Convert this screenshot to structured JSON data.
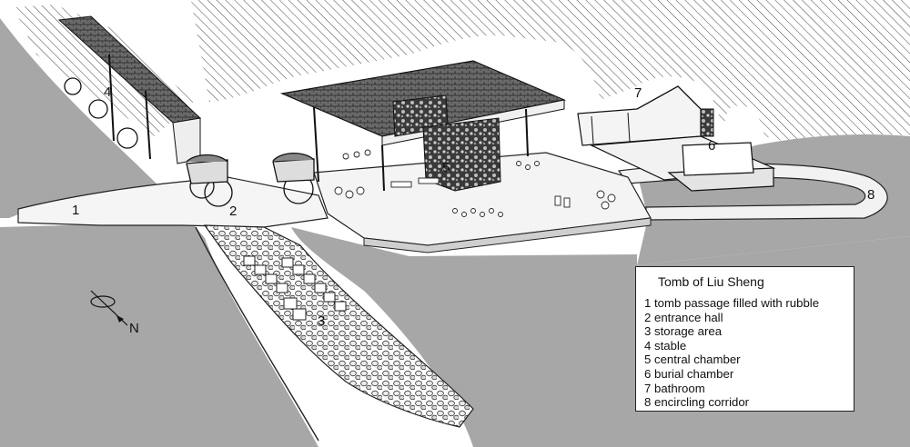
{
  "labels": {
    "n1": "1",
    "n2": "2",
    "n3": "3",
    "n4": "4",
    "n5": "5",
    "n6": "6",
    "n7": "7",
    "n8": "8"
  },
  "compass": {
    "direction": "N"
  },
  "legend": {
    "title": "Tomb of Liu Sheng",
    "items": [
      "1 tomb passage filled with rubble",
      "2 entrance hall",
      "3 storage area",
      "4 stable",
      "5 central chamber",
      "6 burial chamber",
      "7 bathroom",
      "8 encircling corridor"
    ]
  },
  "colors": {
    "ground": "#a7a7a7",
    "floor": "#f2f2f2",
    "rock_hatch": "#444444",
    "ink": "#111111",
    "background": "#ffffff"
  }
}
